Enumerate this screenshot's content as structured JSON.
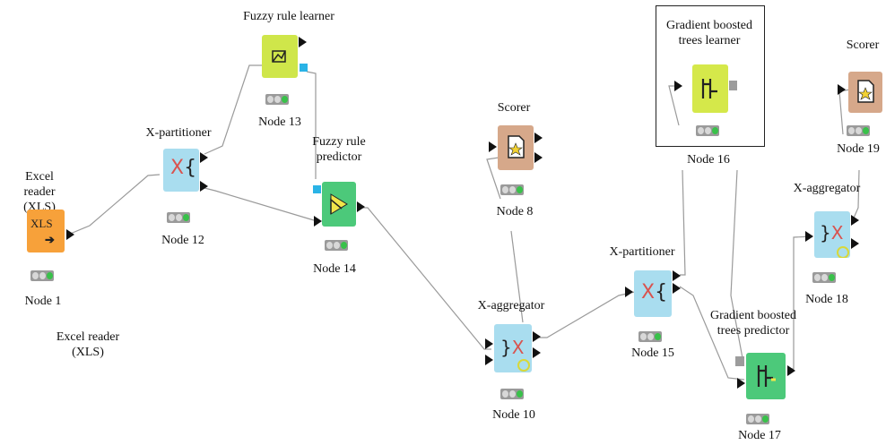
{
  "colors": {
    "excel": "#f7a13a",
    "partition": "#a9ddef",
    "fuzzy_learner": "#cfe64a",
    "fuzzy_predictor": "#4cc97a",
    "scorer": "#d6a88a",
    "gbt_learner": "#d5e84a",
    "gbt_predictor": "#4cc97a",
    "aggregator": "#a9ddef",
    "port_blue": "#2ab3e6",
    "port_gray": "#9c9c9c",
    "edge": "#9a9a9a"
  },
  "icons": {
    "excel": "xls-arrow-icon",
    "partitioner": "x-brace-icon",
    "aggregator": "brace-x-loop-icon",
    "fuzzy_learner": "fuzzy-chart-icon",
    "fuzzy_predictor": "fuzzy-predict-icon",
    "scorer": "document-star-icon",
    "gbt": "tree-gear-icon"
  },
  "nodes": {
    "node1": {
      "title": "Excel reader (XLS)",
      "id": "Node 1",
      "icon_text": "XLS",
      "below_text": "Excel reader (XLS)"
    },
    "node12": {
      "title": "X-partitioner",
      "id": "Node 12"
    },
    "node13": {
      "title": "Fuzzy rule learner",
      "id": "Node 13"
    },
    "node14": {
      "title": "Fuzzy rule predictor",
      "id": "Node 14"
    },
    "node8": {
      "title": "Scorer",
      "id": "Node 8"
    },
    "node10": {
      "title": "X-aggregator",
      "id": "Node 10"
    },
    "node15": {
      "title": "X-partitioner",
      "id": "Node 15"
    },
    "node16": {
      "title": "Gradient boosted trees learner",
      "id": "Node 16"
    },
    "node17": {
      "title": "Gradient boosted trees predictor",
      "id": "Node 17"
    },
    "node18": {
      "title": "X-aggregator",
      "id": "Node 18"
    },
    "node19": {
      "title": "Scorer",
      "id": "Node 19"
    }
  }
}
